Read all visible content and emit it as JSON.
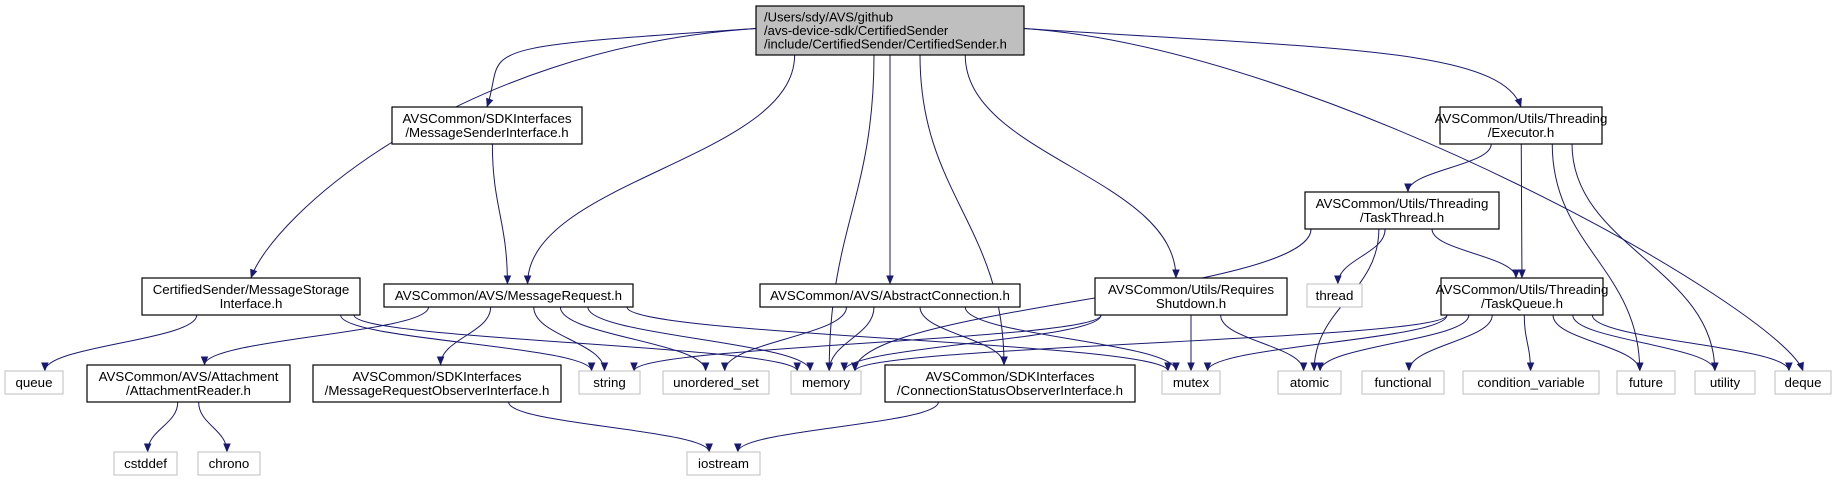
{
  "diagram": {
    "nodes": {
      "main": {
        "lines": [
          "/Users/sdy/AVS/github",
          "/avs-device-sdk/CertifiedSender",
          "/include/CertifiedSender/CertifiedSender.h"
        ]
      },
      "msgSenderIf": {
        "lines": [
          "AVSCommon/SDKInterfaces",
          "/MessageSenderInterface.h"
        ]
      },
      "executor": {
        "lines": [
          "AVSCommon/Utils/Threading",
          "/Executor.h"
        ]
      },
      "taskThread": {
        "lines": [
          "AVSCommon/Utils/Threading",
          "/TaskThread.h"
        ]
      },
      "msgStorage": {
        "lines": [
          "CertifiedSender/MessageStorage",
          "Interface.h"
        ]
      },
      "msgRequest": {
        "lines": [
          "AVSCommon/AVS/MessageRequest.h"
        ]
      },
      "abstractConn": {
        "lines": [
          "AVSCommon/AVS/AbstractConnection.h"
        ]
      },
      "reqShutdown": {
        "lines": [
          "AVSCommon/Utils/Requires",
          "Shutdown.h"
        ]
      },
      "taskQueue": {
        "lines": [
          "AVSCommon/Utils/Threading",
          "/TaskQueue.h"
        ]
      },
      "thread": {
        "lines": [
          "thread"
        ]
      },
      "queue": {
        "lines": [
          "queue"
        ]
      },
      "attachReader": {
        "lines": [
          "AVSCommon/AVS/Attachment",
          "/AttachmentReader.h"
        ]
      },
      "string": {
        "lines": [
          "string"
        ]
      },
      "msgReqObs": {
        "lines": [
          "AVSCommon/SDKInterfaces",
          "/MessageRequestObserverInterface.h"
        ]
      },
      "unorderedSet": {
        "lines": [
          "unordered_set"
        ]
      },
      "memory": {
        "lines": [
          "memory"
        ]
      },
      "connStatusObs": {
        "lines": [
          "AVSCommon/SDKInterfaces",
          "/ConnectionStatusObserverInterface.h"
        ]
      },
      "mutex": {
        "lines": [
          "mutex"
        ]
      },
      "atomic": {
        "lines": [
          "atomic"
        ]
      },
      "functional": {
        "lines": [
          "functional"
        ]
      },
      "condVar": {
        "lines": [
          "condition_variable"
        ]
      },
      "future": {
        "lines": [
          "future"
        ]
      },
      "utility": {
        "lines": [
          "utility"
        ]
      },
      "deque": {
        "lines": [
          "deque"
        ]
      },
      "cstddef": {
        "lines": [
          "cstddef"
        ]
      },
      "chrono": {
        "lines": [
          "chrono"
        ]
      },
      "iostream": {
        "lines": [
          "iostream"
        ]
      }
    },
    "edges": [
      [
        "main",
        "msgStorage"
      ],
      [
        "main",
        "msgSenderIf"
      ],
      [
        "main",
        "msgRequest"
      ],
      [
        "main",
        "memory"
      ],
      [
        "main",
        "abstractConn"
      ],
      [
        "main",
        "connStatusObs"
      ],
      [
        "main",
        "reqShutdown"
      ],
      [
        "main",
        "executor"
      ],
      [
        "main",
        "deque"
      ],
      [
        "msgSenderIf",
        "msgRequest"
      ],
      [
        "msgStorage",
        "queue"
      ],
      [
        "msgStorage",
        "string"
      ],
      [
        "msgStorage",
        "memory"
      ],
      [
        "msgRequest",
        "attachReader"
      ],
      [
        "msgRequest",
        "msgReqObs"
      ],
      [
        "msgRequest",
        "string"
      ],
      [
        "msgRequest",
        "unorderedSet"
      ],
      [
        "msgRequest",
        "memory"
      ],
      [
        "msgRequest",
        "mutex"
      ],
      [
        "attachReader",
        "cstddef"
      ],
      [
        "attachReader",
        "chrono"
      ],
      [
        "msgReqObs",
        "iostream"
      ],
      [
        "abstractConn",
        "unorderedSet"
      ],
      [
        "abstractConn",
        "memory"
      ],
      [
        "abstractConn",
        "connStatusObs"
      ],
      [
        "abstractConn",
        "mutex"
      ],
      [
        "connStatusObs",
        "iostream"
      ],
      [
        "reqShutdown",
        "string"
      ],
      [
        "reqShutdown",
        "memory"
      ],
      [
        "reqShutdown",
        "mutex"
      ],
      [
        "reqShutdown",
        "atomic"
      ],
      [
        "executor",
        "taskThread"
      ],
      [
        "executor",
        "taskQueue"
      ],
      [
        "executor",
        "future"
      ],
      [
        "executor",
        "utility"
      ],
      [
        "taskThread",
        "memory"
      ],
      [
        "taskThread",
        "thread"
      ],
      [
        "taskThread",
        "atomic"
      ],
      [
        "taskThread",
        "taskQueue"
      ],
      [
        "taskQueue",
        "memory"
      ],
      [
        "taskQueue",
        "mutex"
      ],
      [
        "taskQueue",
        "atomic"
      ],
      [
        "taskQueue",
        "functional"
      ],
      [
        "taskQueue",
        "condVar"
      ],
      [
        "taskQueue",
        "future"
      ],
      [
        "taskQueue",
        "utility"
      ],
      [
        "taskQueue",
        "deque"
      ]
    ]
  }
}
